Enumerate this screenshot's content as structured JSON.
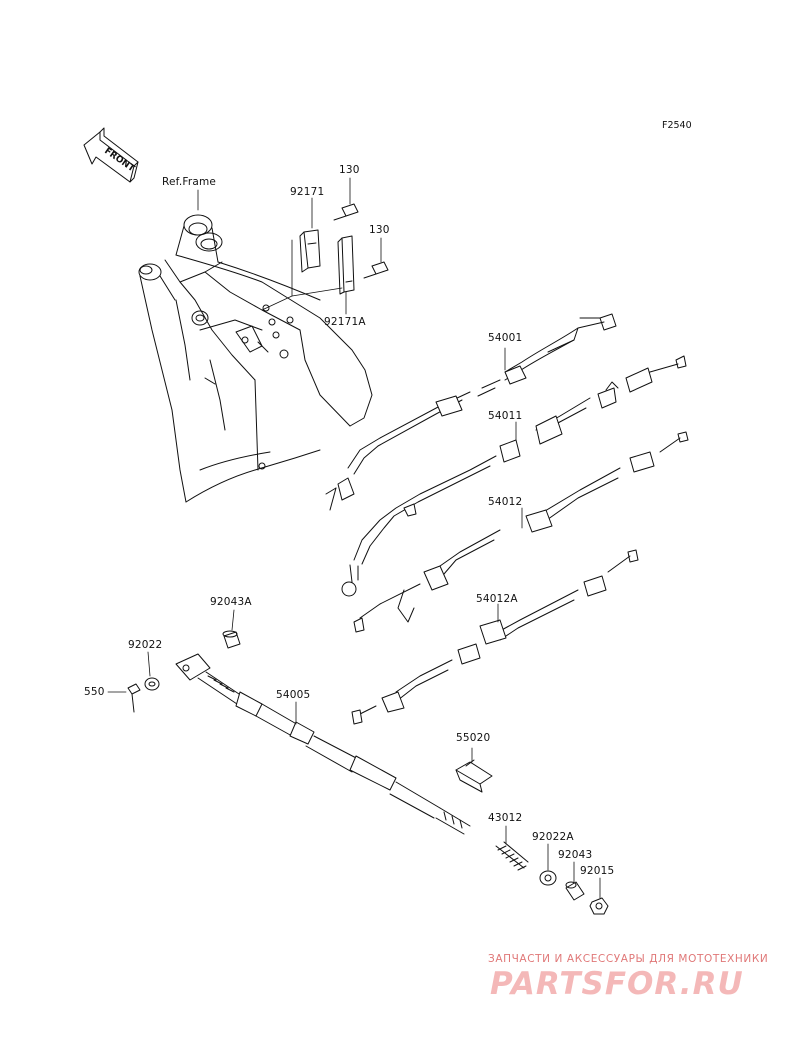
{
  "diagram_code": "F2540",
  "front_marker": "FRONT",
  "ref_frame_label": "Ref.Frame",
  "parts": {
    "p130_top": "130",
    "p92171": "92171",
    "p130_bottom": "130",
    "p92171A": "92171A",
    "p54001": "54001",
    "p54011": "54011",
    "p54012": "54012",
    "p54012A": "54012A",
    "p92043A": "92043A",
    "p92022": "92022",
    "p550": "550",
    "p54005": "54005",
    "p55020": "55020",
    "p43012": "43012",
    "p92022A": "92022A",
    "p92043": "92043",
    "p92015": "92015"
  },
  "watermark": {
    "tagline": "ЗАПЧАСТИ И АКСЕССУАРЫ ДЛЯ МОТОТЕХНИКИ",
    "logo": "PARTSFOR.RU"
  }
}
